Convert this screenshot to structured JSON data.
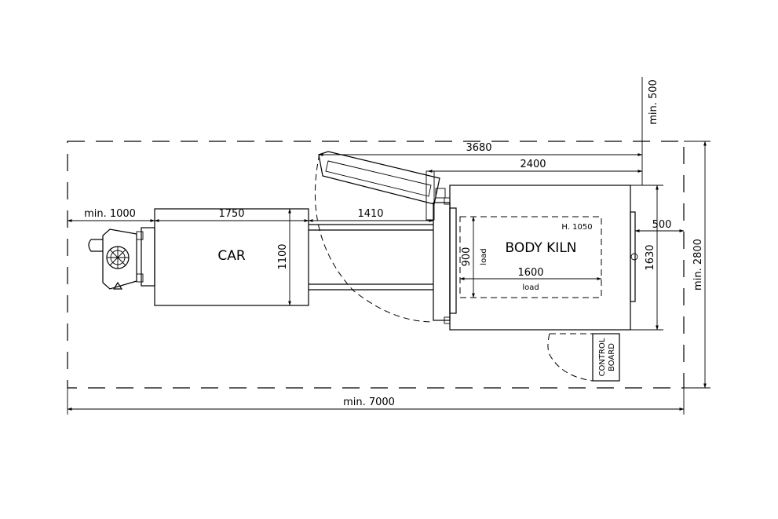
{
  "labels": {
    "car": "CAR",
    "body_kiln": "BODY KILN",
    "height": "H. 1050",
    "control_board_1": "CONTROL",
    "control_board_2": "BOARD",
    "load_w": "load",
    "load_h": "load"
  },
  "dimensions": {
    "min_500_top": "min. 500",
    "d3680": "3680",
    "d2400": "2400",
    "min_1000": "min. 1000",
    "d1750": "1750",
    "d1410": "1410",
    "d500_right": "500",
    "d1100": "1100",
    "d900": "900",
    "d1600": "1600",
    "d1630": "1630",
    "min_2800": "min. 2800",
    "min_7000": "min. 7000"
  }
}
